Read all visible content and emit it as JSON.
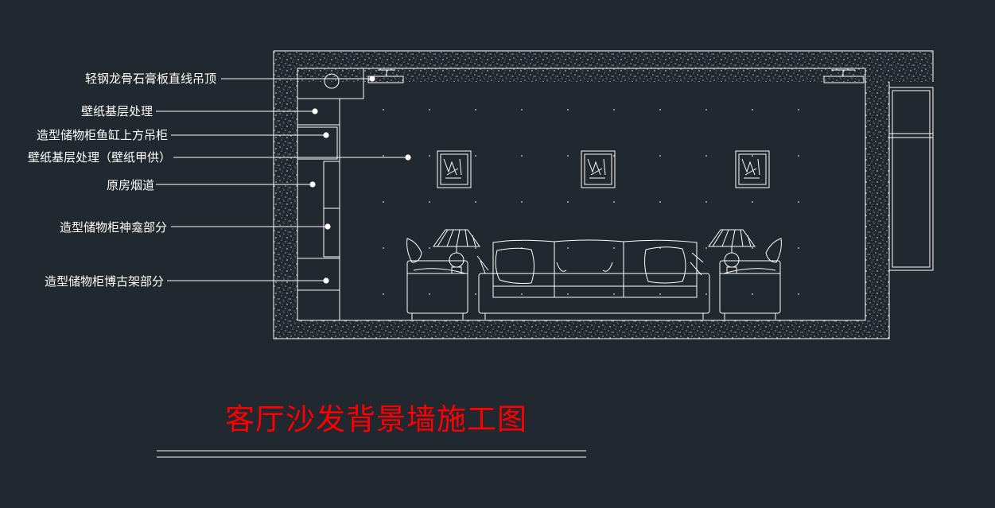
{
  "title": "客厅沙发背景墙施工图",
  "annotations": [
    {
      "id": "ceiling",
      "text": "轻钢龙骨石膏板直线吊顶"
    },
    {
      "id": "wallpaper-base-1",
      "text": "壁纸基层处理"
    },
    {
      "id": "upper-cabinet",
      "text": "造型储物柜鱼缸上方吊柜"
    },
    {
      "id": "wallpaper-base-2",
      "text": "壁纸基层处理（壁纸甲供）"
    },
    {
      "id": "flue",
      "text": "原房烟道"
    },
    {
      "id": "niche",
      "text": "造型储物柜神龛部分"
    },
    {
      "id": "curio-shelf",
      "text": "造型储物柜博古架部分"
    }
  ],
  "colors": {
    "background": "#212830",
    "linework": "#ffffff",
    "title": "#ff0000"
  }
}
